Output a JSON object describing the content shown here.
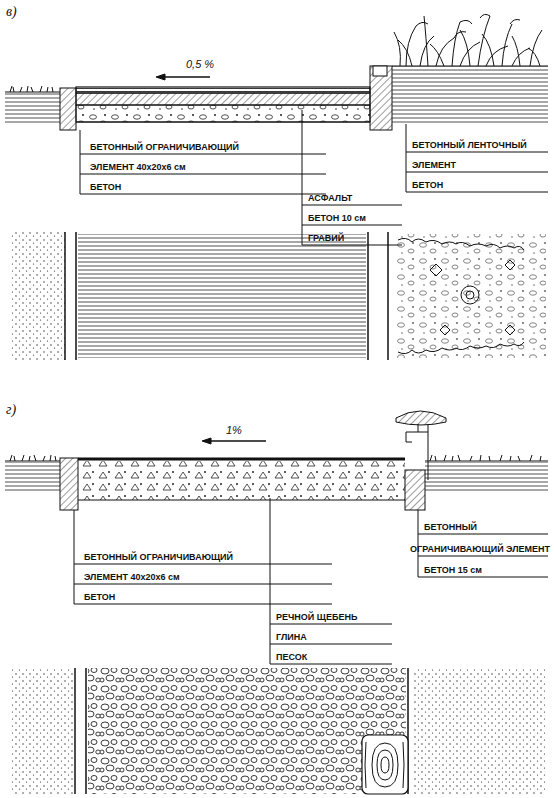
{
  "diagram": {
    "labels": [
      "в)",
      "0,5 %",
      "БЕТОННЫЙ ОГРАНИЧИВАЮЩИЙ",
      "ЭЛЕМЕНТ 40х20х6 см",
      "БЕТОН",
      "АСФАЛЬТ",
      "БЕТОН 10 см",
      "ГРАВИЙ",
      "БЕТОННЫЙ ЛЕНТОЧНЫЙ",
      "ЭЛЕМЕНТ",
      "БЕТОН",
      "г)",
      "1%",
      "БЕТОННЫЙ ОГРАНИЧИВАЮЩИЙ",
      "ЭЛЕМЕНТ 40х20х6 см",
      "БЕТОН",
      "РЕЧНОЙ ЩЕБЕНЬ",
      "ГЛИНА",
      "ПЕСОК",
      "БЕТОННЫЙ",
      "ОГРАНИЧИВАЮЩИЙ ЭЛЕМЕНТ",
      "БЕТОН 15 см"
    ]
  }
}
